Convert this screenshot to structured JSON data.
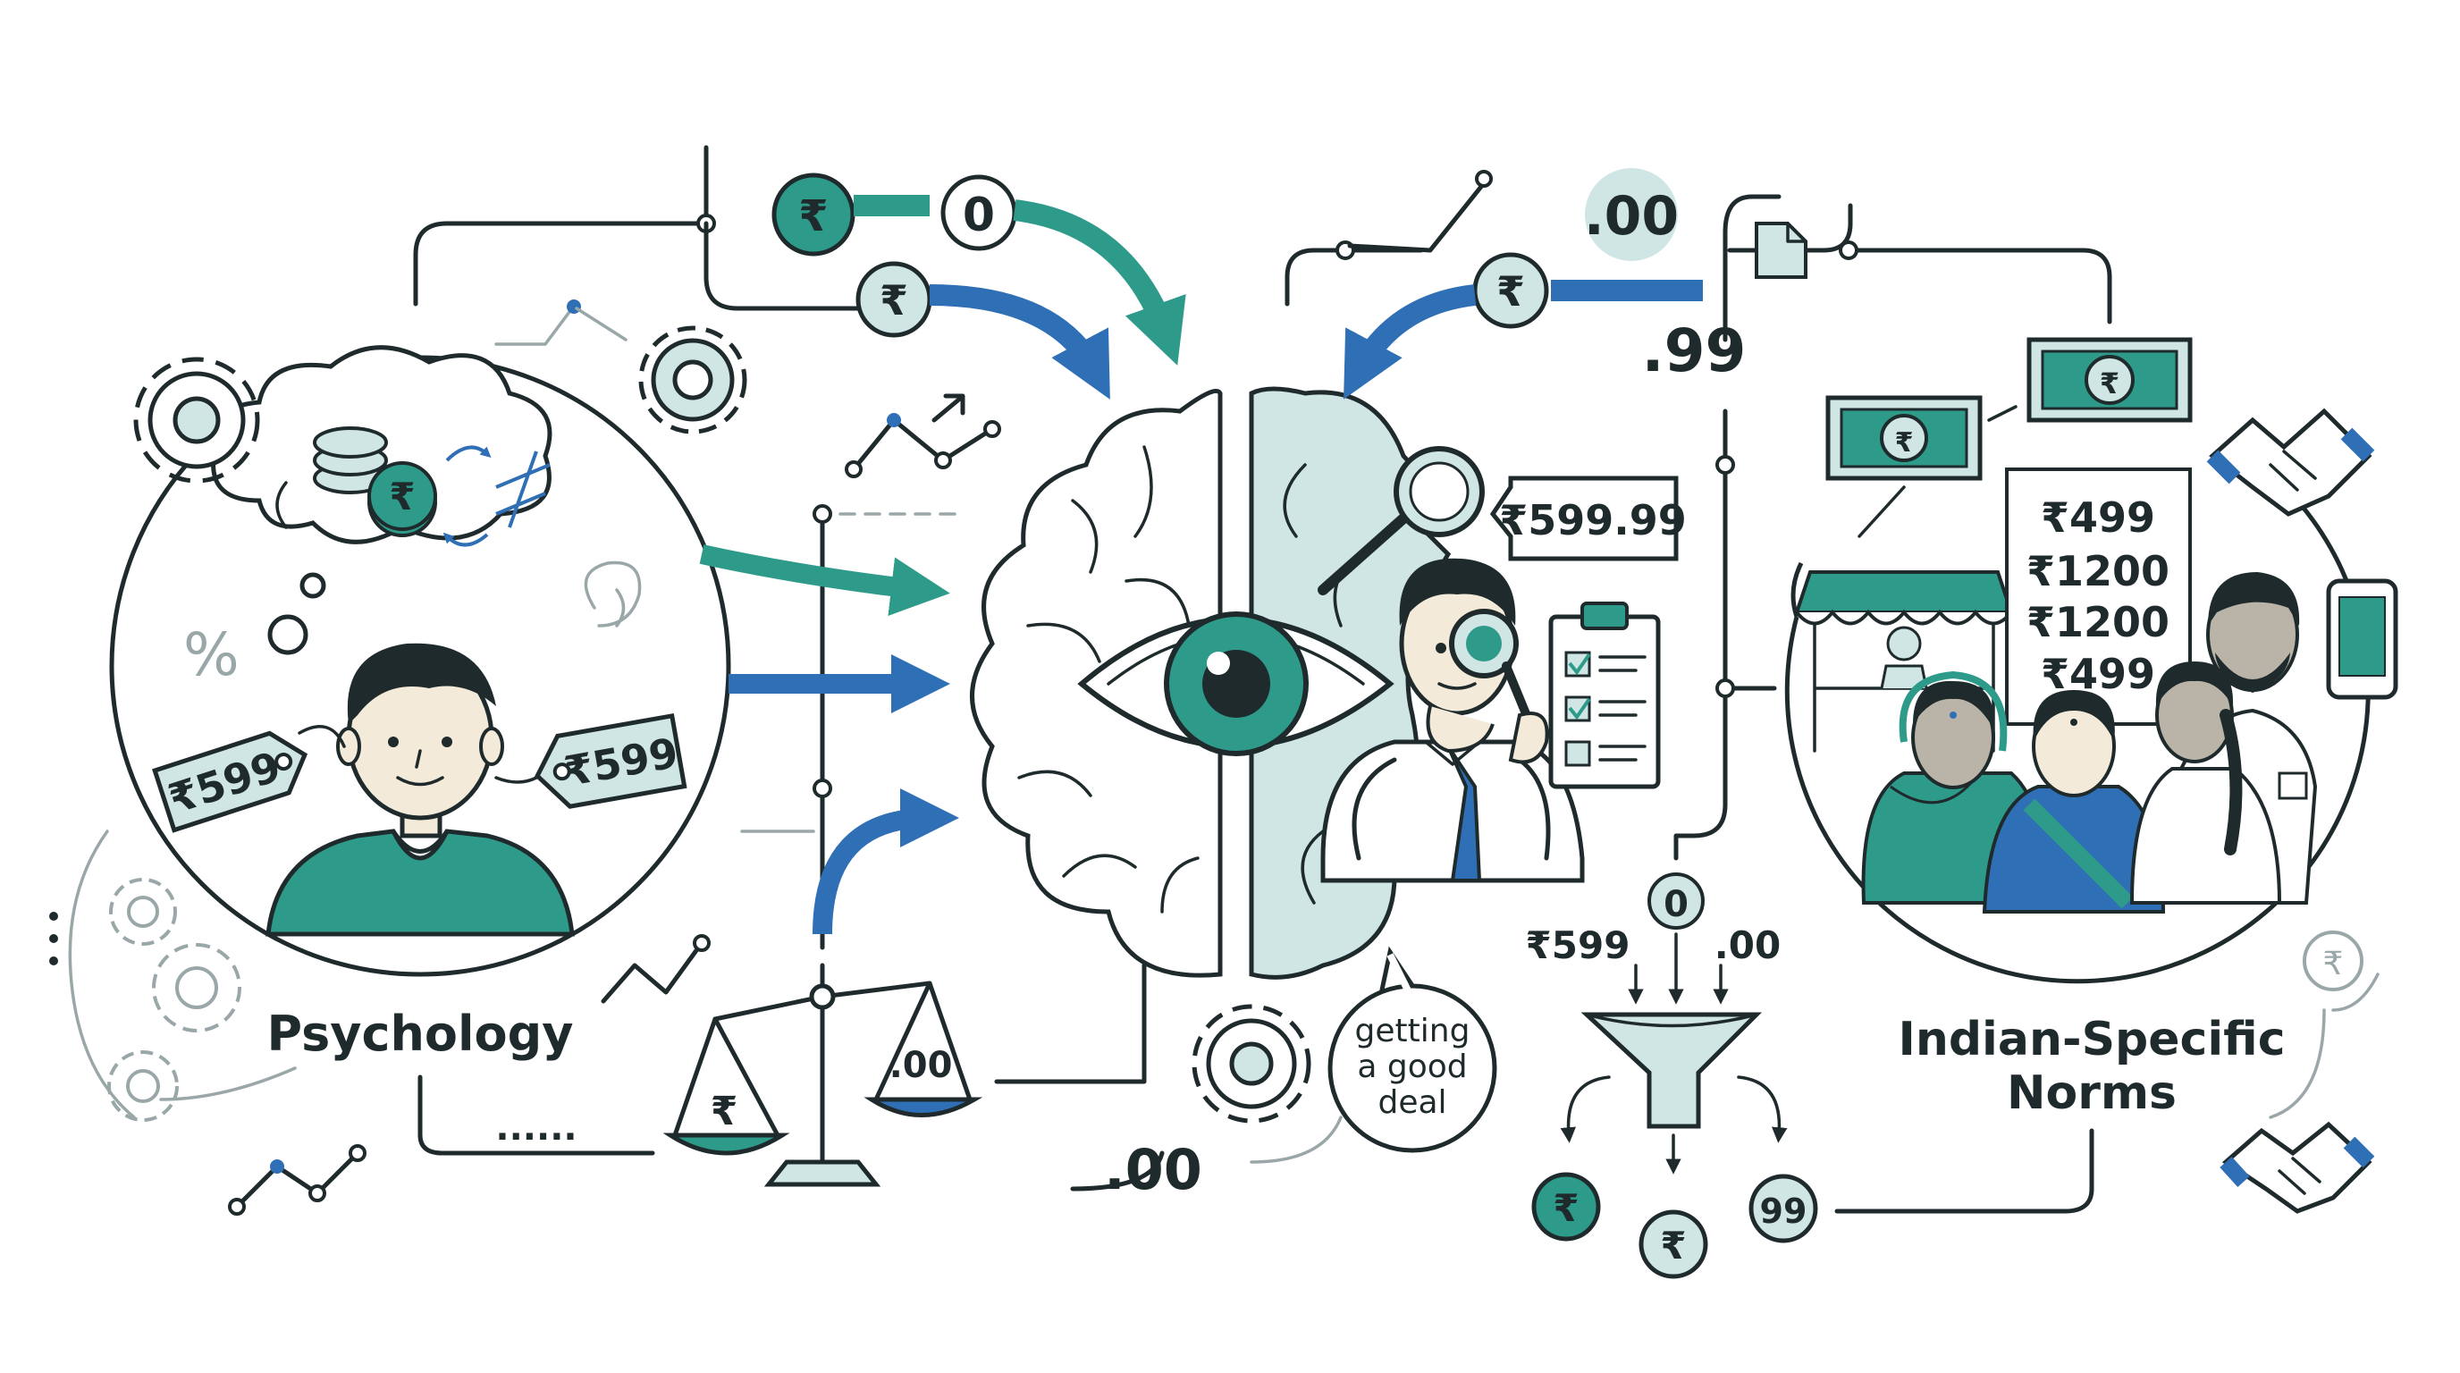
{
  "colors": {
    "teal": "#2e9b8a",
    "blue": "#2f6fb5",
    "light_teal": "#cfe6e4",
    "ink": "#1f2a2c",
    "skin": "#f3ead9",
    "grey": "#9aa7a9"
  },
  "icons": [
    "gear-icon",
    "coin-stack-icon",
    "rupee-coin-icon",
    "brain-icon",
    "eye-icon",
    "magnifier-icon",
    "clipboard-checklist-icon",
    "balance-scale-icon",
    "funnel-icon",
    "banknote-icon",
    "market-stall-icon",
    "handshake-icon",
    "smartphone-icon",
    "document-icon",
    "percent-icon",
    "thought-cloud-icon",
    "speech-bubble-icon"
  ],
  "labels": {
    "psychology": "Psychology",
    "indian_norms_line1": "Indian-Specific",
    "indian_norms_line2": "Norms",
    "good_deal_line1": "getting",
    "good_deal_line2": "a good",
    "good_deal_line3": "deal"
  },
  "symbols": {
    "rupee": "₹",
    "percent": "%",
    "zero": "0",
    "ninety_nine": "99",
    "dot_ninety_nine": ".99",
    "dot_zero_zero": ".00",
    "ellipsis": "......"
  },
  "price_tags": {
    "left_tag": "₹599",
    "right_tag": "₹599",
    "callout": "₹599.99",
    "funnel_input": "₹599"
  },
  "price_board": [
    "₹499",
    "₹1200",
    "₹1200",
    "₹499"
  ]
}
